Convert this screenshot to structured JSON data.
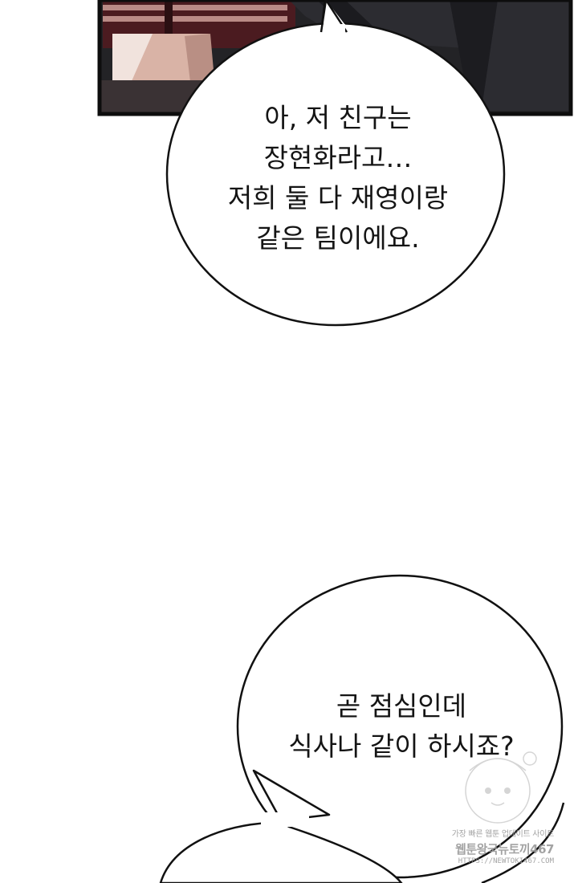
{
  "bubbles": [
    {
      "lines": [
        "아, 저 친구는",
        "장현화라고…",
        "저희 둘 다 재영이랑",
        "같은 팀이에요."
      ]
    },
    {
      "lines": [
        "곧 점심인데",
        "식사나 같이 하시죠?"
      ]
    }
  ],
  "watermark": {
    "line1": "가장 빠른 웹툰 업데이트 사이트",
    "line2": "웹툰왕국뉴토끼467",
    "line3": "HTTPS://NEWTOKI467.COM"
  },
  "colors": {
    "panel_dark": "#232326",
    "panel_border": "#0d0d0d",
    "maroon": "#5a1f23",
    "skin": "#d9b3a6",
    "bubble_stroke": "#111111"
  }
}
